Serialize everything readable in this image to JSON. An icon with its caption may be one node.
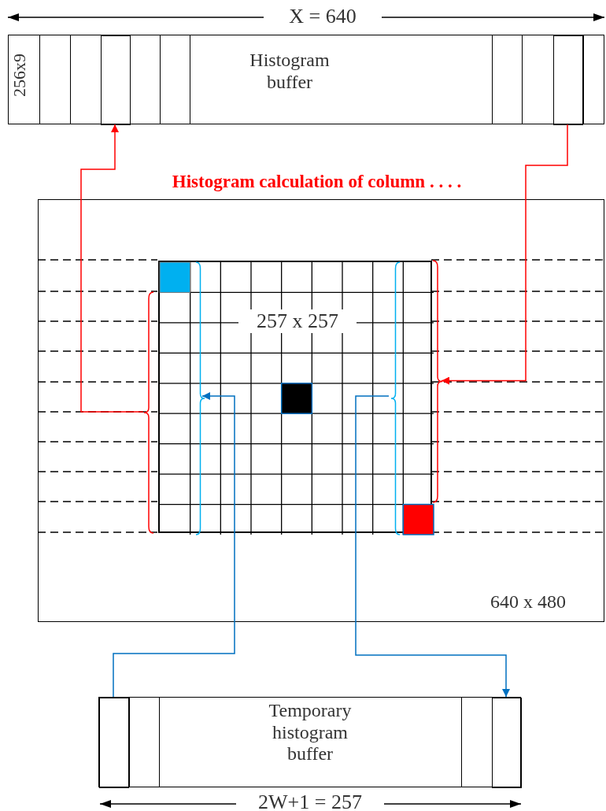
{
  "diagram": {
    "nodes": [
      {
        "text": [
          "Histogram buffer"
        ]
      },
      {
        "text": [],
        "shape": "box",
        "in": 0
      },
      {
        "text": [],
        "shape": "box",
        "in": 0
      },
      {
        "text": [
          "640 x 480"
        ]
      },
      {
        "text": [
          "257 x 257"
        ],
        "in": 3
      },
      {
        "text": [],
        "shape": "brace",
        "in": 3
      },
      {
        "text": [],
        "shape": "brace",
        "in": 3
      },
      {
        "text": [],
        "shape": "brace",
        "in": 4
      },
      {
        "text": [],
        "shape": "brace",
        "in": 4
      },
      {
        "text": [
          "Temporary histogram buffer"
        ]
      },
      {
        "text": [],
        "shape": "box",
        "in": 9
      },
      {
        "text": [],
        "shape": "box",
        "in": 9
      }
    ],
    "edges": [
      {
        "from": 5,
        "to": 1,
        "arrow": "to",
        "color": "#ff0000"
      },
      {
        "from": 2,
        "to": 6,
        "arrow": "to",
        "color": "#ff0000"
      },
      {
        "from": 10,
        "to": 7,
        "arrow": "to",
        "color": "#0070c0"
      },
      {
        "from": 8,
        "to": 11,
        "arrow": "to",
        "color": "#0070c0"
      }
    ],
    "labels": [
      "X = 640",
      "256x9",
      "Histogram calculation of column . . . .",
      "2W+1 = 257"
    ]
  }
}
